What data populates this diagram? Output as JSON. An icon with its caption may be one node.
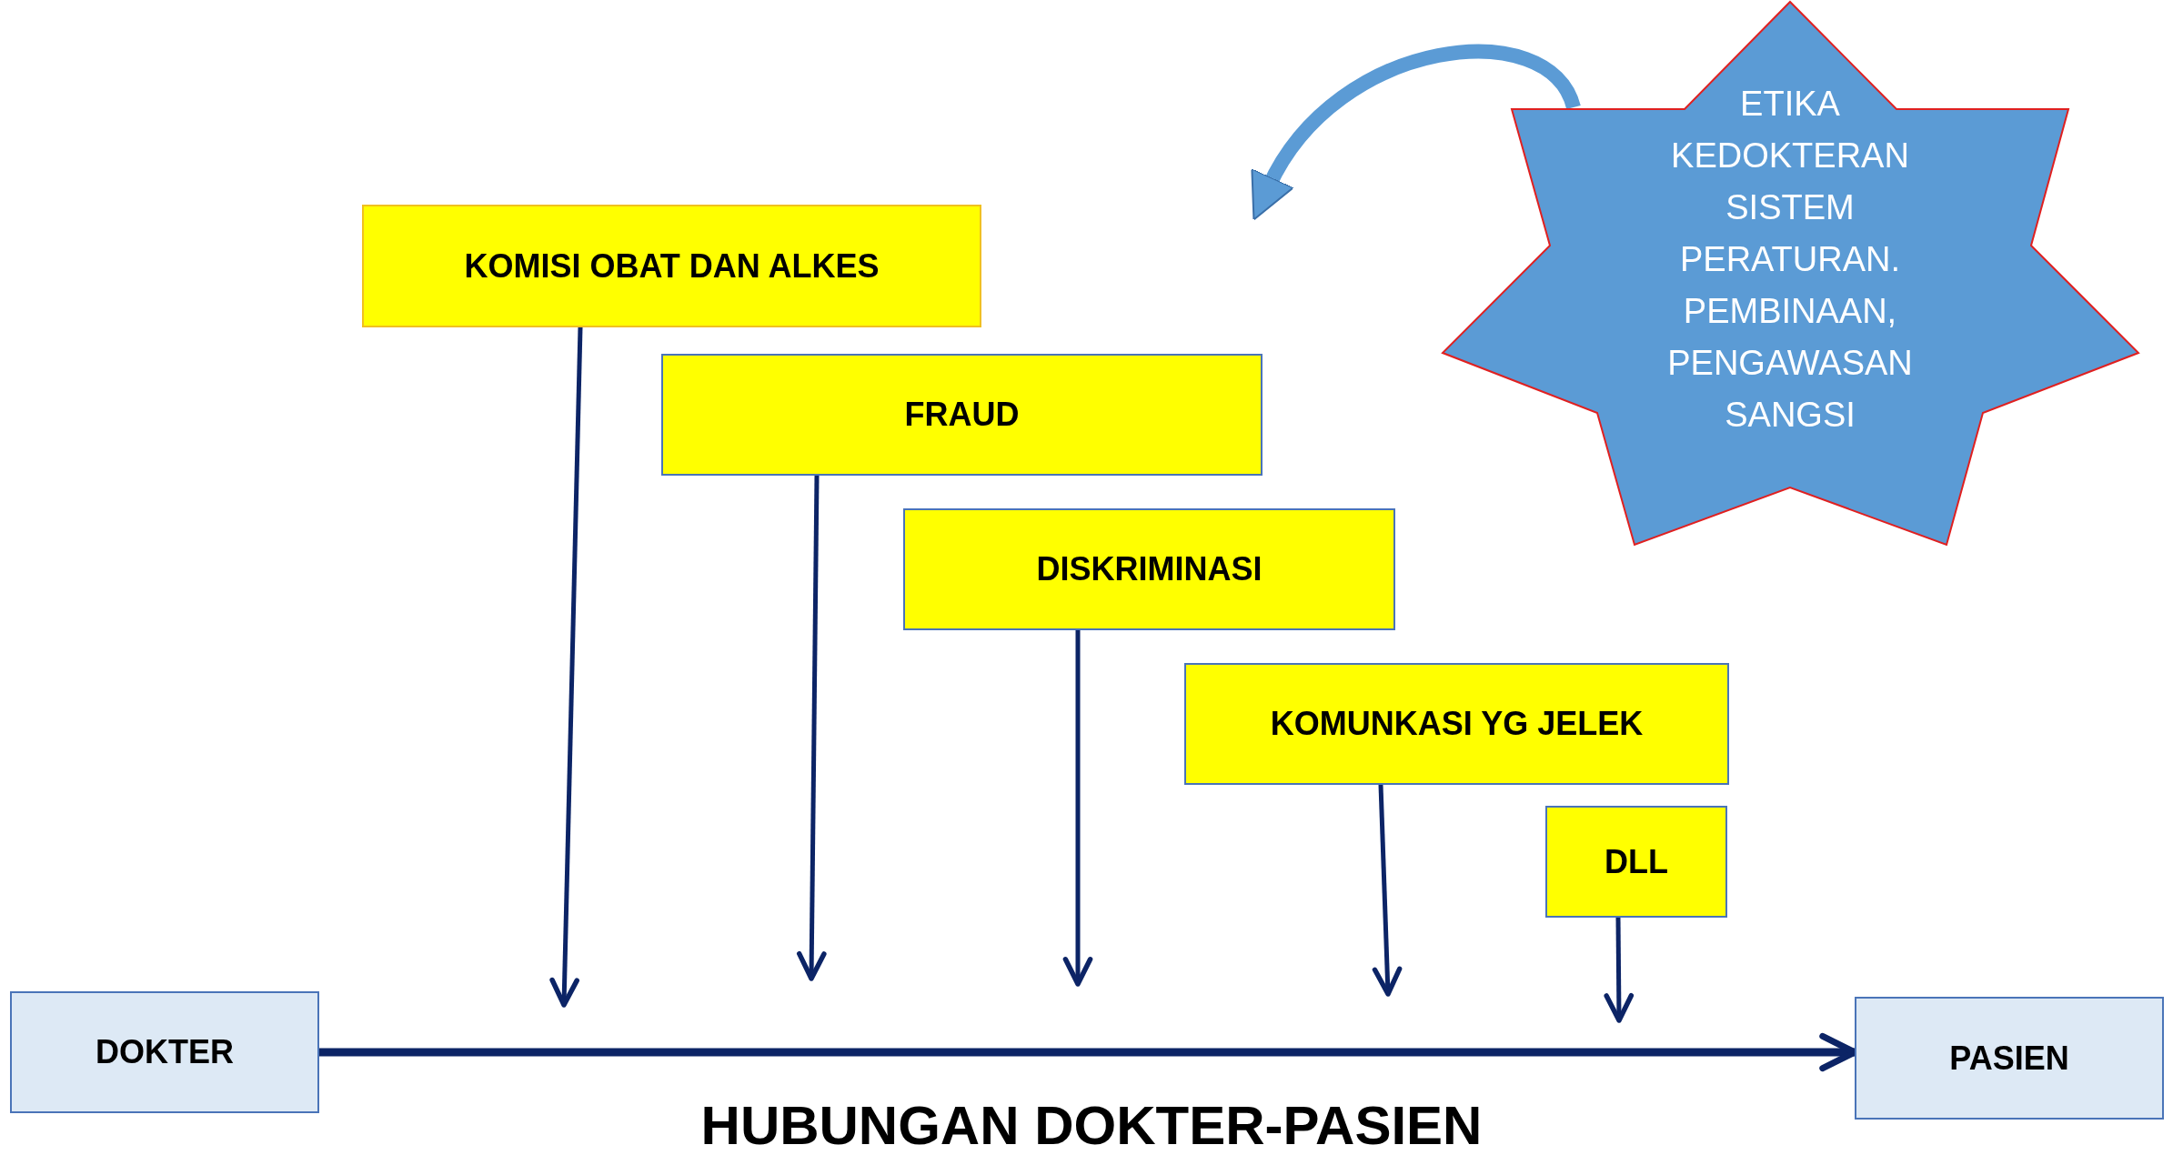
{
  "diagram": {
    "title": "HUBUNGAN DOKTER-PASIEN",
    "nodes": [
      {
        "text": [
          "ETIKA KEDOKTERAN SISTEM PERATURAN. PEMBINAAN, PENGAWASAN SANGSI"
        ]
      },
      {
        "text": [
          "KOMISI OBAT DAN ALKES"
        ]
      },
      {
        "text": [
          "FRAUD"
        ]
      },
      {
        "text": [
          "DISKRIMINASI"
        ]
      },
      {
        "text": [
          "KOMUNKASI YG JELEK"
        ]
      },
      {
        "text": [
          "DLL"
        ]
      },
      {
        "text": [
          "DOKTER"
        ]
      },
      {
        "text": [
          "PASIEN"
        ]
      }
    ],
    "edges": [
      {
        "from": 0,
        "to": null,
        "arrow": "to",
        "style": "thick",
        "color": "#5b9bd5"
      },
      {
        "from": 1,
        "to": null,
        "arrow": "to"
      },
      {
        "from": 2,
        "to": null,
        "arrow": "to"
      },
      {
        "from": 3,
        "to": null,
        "arrow": "to"
      },
      {
        "from": 4,
        "to": null,
        "arrow": "to"
      },
      {
        "from": 5,
        "to": null,
        "arrow": "to"
      },
      {
        "from": 6,
        "to": 7,
        "arrow": "to",
        "style": "thick"
      }
    ]
  }
}
